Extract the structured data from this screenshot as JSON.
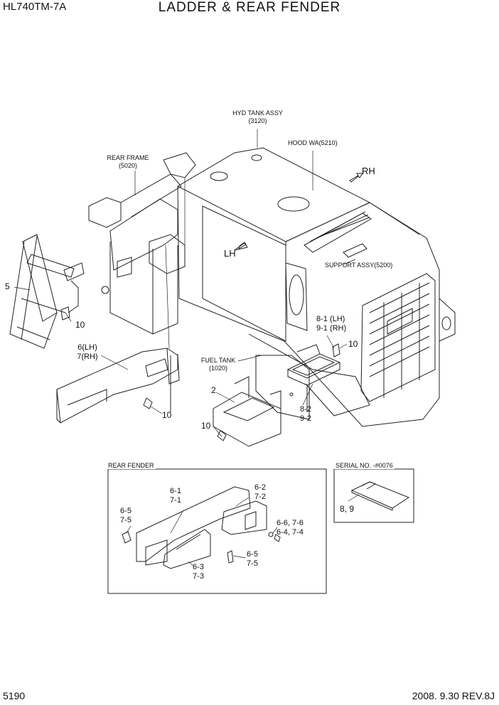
{
  "header": {
    "model": "HL740TM-7A",
    "title": "LADDER & REAR FENDER"
  },
  "footer": {
    "page_number": "5190",
    "date_rev": "2008. 9.30  REV.8J"
  },
  "callouts": {
    "hyd_tank_line1": "HYD TANK ASSY",
    "hyd_tank_line2": "(3120)",
    "hood_wa": "HOOD WA(5210)",
    "rear_frame_line1": "REAR FRAME",
    "rear_frame_line2": "(5020)",
    "rh": "RH",
    "lh": "LH",
    "support_assy": "SUPPORT ASSY(5200)",
    "fuel_tank_line1": "FUEL TANK",
    "fuel_tank_line2": "(1020)",
    "p5": "5",
    "p10_ladder": "10",
    "p6_7_line1": "6(LH)",
    "p6_7_line2": "7(RH)",
    "p10_fender": "10",
    "p2": "2",
    "p10_step": "10",
    "p8_1": "8-1 (LH)",
    "p9_1": "9-1 (RH)",
    "p10_right": "10",
    "p8_2": "8-2",
    "p9_2": "9-2"
  },
  "rear_fender_box": {
    "title": "REAR FENDER",
    "p6_1": "6-1",
    "p7_1": "7-1",
    "p6_2": "6-2",
    "p7_2": "7-2",
    "p6_5a": "6-5",
    "p7_5a": "7-5",
    "p6_6": "6-6, 7-6",
    "p6_4": "6-4, 7-4",
    "p6_5b": "6-5",
    "p7_5b": "7-5",
    "p6_3": "6-3",
    "p7_3": "7-3"
  },
  "serial_box": {
    "title": "SERIAL NO. -#0076",
    "part": "8, 9"
  }
}
